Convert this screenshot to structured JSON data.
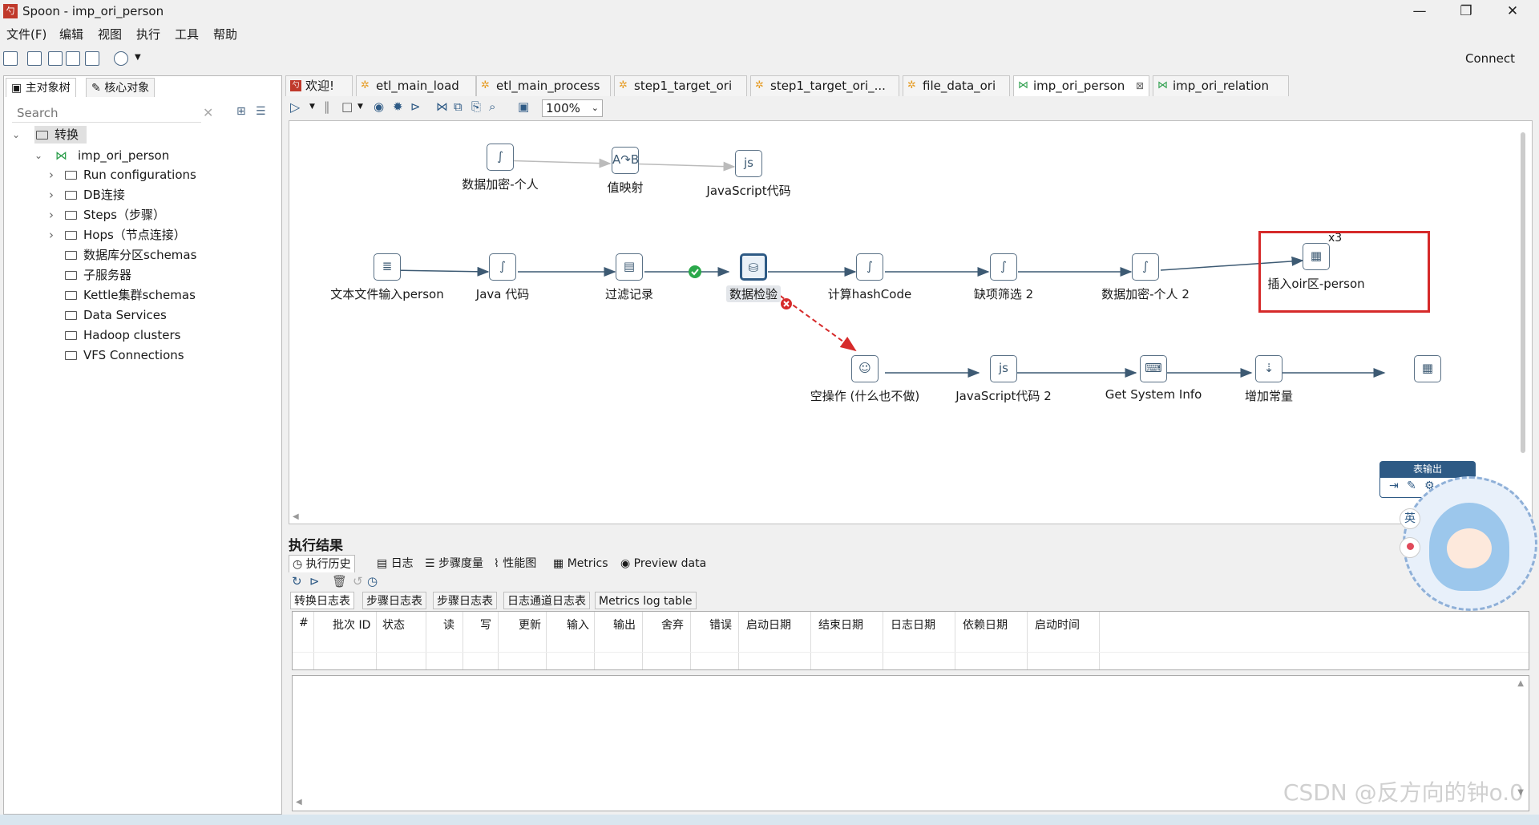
{
  "window": {
    "title": "Spoon - imp_ori_person",
    "minimize": "—",
    "maximize": "❐",
    "close": "✕"
  },
  "menu": [
    "文件(F)",
    "编辑",
    "视图",
    "执行",
    "工具",
    "帮助"
  ],
  "toolbar": {
    "connect_label": "Connect"
  },
  "left": {
    "tabs": [
      "主对象树",
      "核心对象"
    ],
    "search_placeholder": "Search",
    "tree": {
      "root": "转换",
      "transform": "imp_ori_person",
      "items": [
        "Run configurations",
        "DB连接",
        "Steps（步骤）",
        "Hops（节点连接）",
        "数据库分区schemas",
        "子服务器",
        "Kettle集群schemas",
        "Data Services",
        "Hadoop clusters",
        "VFS Connections"
      ]
    }
  },
  "tabs": [
    "欢迎!",
    "etl_main_load",
    "etl_main_process",
    "step1_target_ori",
    "step1_target_ori_...",
    "file_data_ori",
    "imp_ori_person",
    "imp_ori_relation"
  ],
  "zoom": "100%",
  "steps": {
    "row1": [
      "数据加密-个人",
      "值映射",
      "JavaScript代码"
    ],
    "row2": [
      "文本文件输入person",
      "Java 代码",
      "过滤记录",
      "数据检验",
      "计算hashCode",
      "缺项筛选 2",
      "数据加密-个人 2",
      "插入oir区-person"
    ],
    "row3": [
      "空操作 (什么也不做)",
      "JavaScript代码 2",
      "Get System Info",
      "增加常量",
      "表输出"
    ],
    "copies": "x3"
  },
  "results": {
    "title": "执行结果",
    "tabs": [
      "执行历史",
      "日志",
      "步骤度量",
      "性能图",
      "Metrics",
      "Preview data"
    ],
    "log_tabs": [
      "转换日志表",
      "步骤日志表",
      "步骤日志表",
      "日志通道日志表",
      "Metrics log table"
    ],
    "columns": [
      "#",
      "批次 ID",
      "状态",
      "读",
      "写",
      "更新",
      "输入",
      "输出",
      "舍弃",
      "错误",
      "启动日期",
      "结束日期",
      "日志日期",
      "依赖日期",
      "启动时间"
    ]
  },
  "watermark": "CSDN @反方向的钟o.0",
  "avatar_badges": [
    "英"
  ]
}
